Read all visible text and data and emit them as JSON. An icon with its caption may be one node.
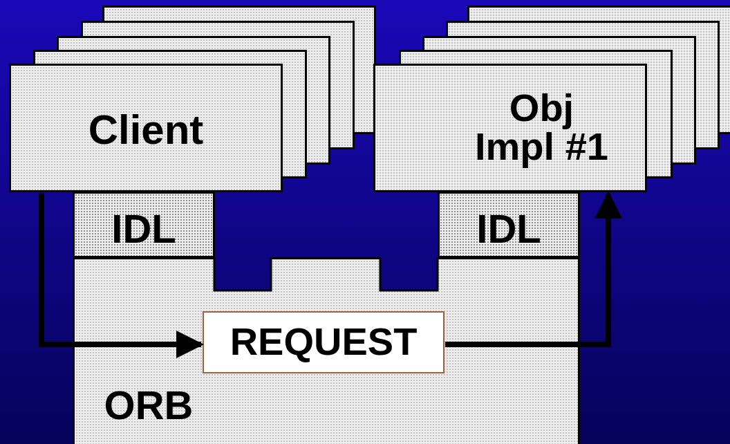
{
  "diagram": {
    "nodes": [
      {
        "text": [
          "Client"
        ]
      },
      {
        "text": [
          "Obj Impl #1"
        ]
      },
      {
        "text": [
          "IDL"
        ]
      },
      {
        "text": [
          "IDL"
        ]
      },
      {
        "text": [
          "ORB"
        ]
      },
      {
        "text": [
          "REQUEST"
        ],
        "in": 4
      }
    ],
    "edges": [
      {
        "from": 0,
        "to": 5,
        "arrow": "to"
      },
      {
        "from": 5,
        "to": 1,
        "arrow": "to"
      }
    ]
  }
}
